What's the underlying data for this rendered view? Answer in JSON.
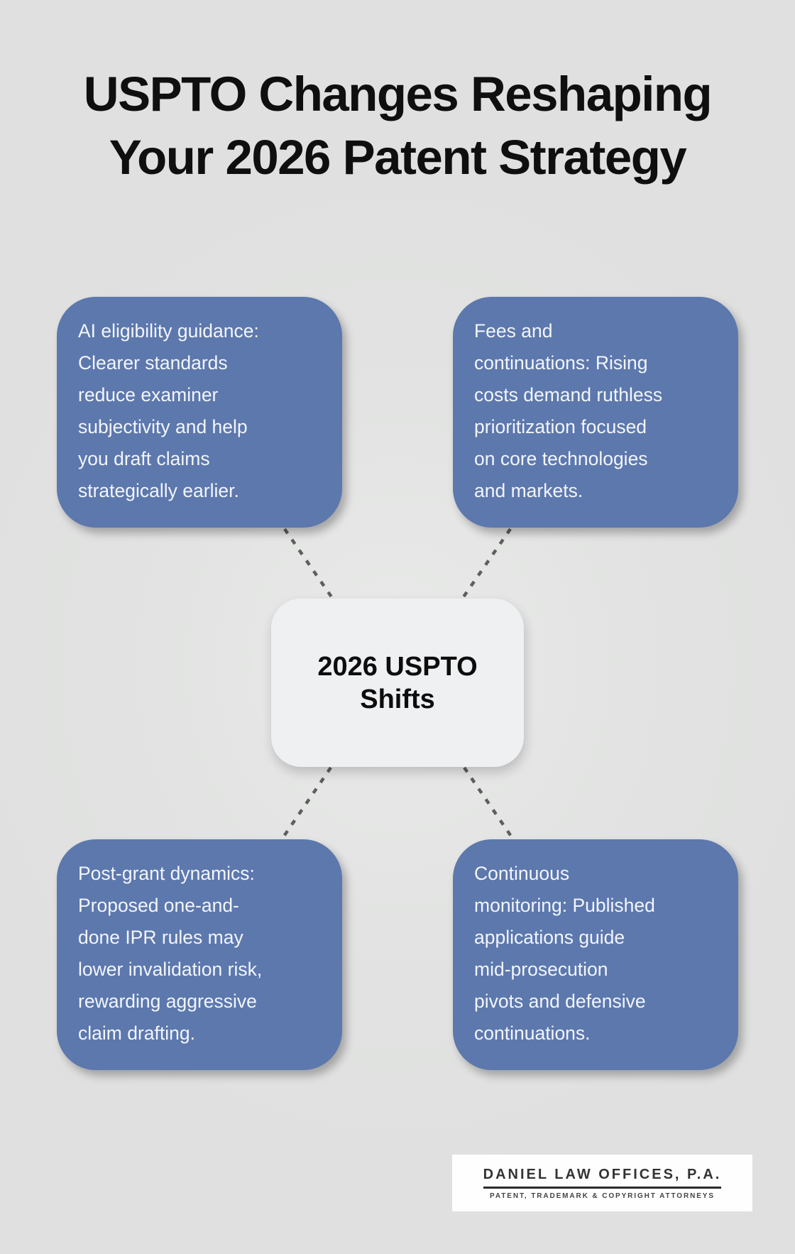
{
  "title": {
    "line1": "USPTO Changes Reshaping",
    "line2": "Your 2026 Patent Strategy"
  },
  "hub": {
    "line1": "2026 USPTO",
    "line2": "Shifts"
  },
  "nodes": [
    {
      "id": "ai-eligibility",
      "lines": [
        "AI eligibility guidance:",
        "Clearer standards",
        "reduce examiner",
        "subjectivity and help",
        "you draft claims",
        "strategically earlier."
      ]
    },
    {
      "id": "fees-continuations",
      "lines": [
        "Fees and",
        "continuations: Rising",
        "costs demand ruthless",
        "prioritization focused",
        "on core technologies",
        "and markets."
      ]
    },
    {
      "id": "post-grant",
      "lines": [
        "Post-grant dynamics:",
        "Proposed one-and-",
        "done IPR rules may",
        "lower invalidation risk,",
        "rewarding aggressive",
        "claim drafting."
      ]
    },
    {
      "id": "continuous-monitoring",
      "lines": [
        "Continuous",
        "monitoring: Published",
        "applications guide",
        "mid-prosecution",
        "pivots and defensive",
        "continuations."
      ]
    }
  ],
  "footer_logo": {
    "name": "DANIEL LAW OFFICES, P.A.",
    "tagline": "PATENT, TRADEMARK & COPYRIGHT ATTORNEYS"
  },
  "colors": {
    "background": "#e0e1e0",
    "node_fill": "#5c78ad",
    "node_text": "#f3f5fa",
    "hub_fill": "#eff0f2",
    "hub_text": "#0d0d0d",
    "connector": "#5e5e5e",
    "title_text": "#0f0f0f",
    "logo_background": "#fefefe",
    "logo_text": "#333333"
  }
}
